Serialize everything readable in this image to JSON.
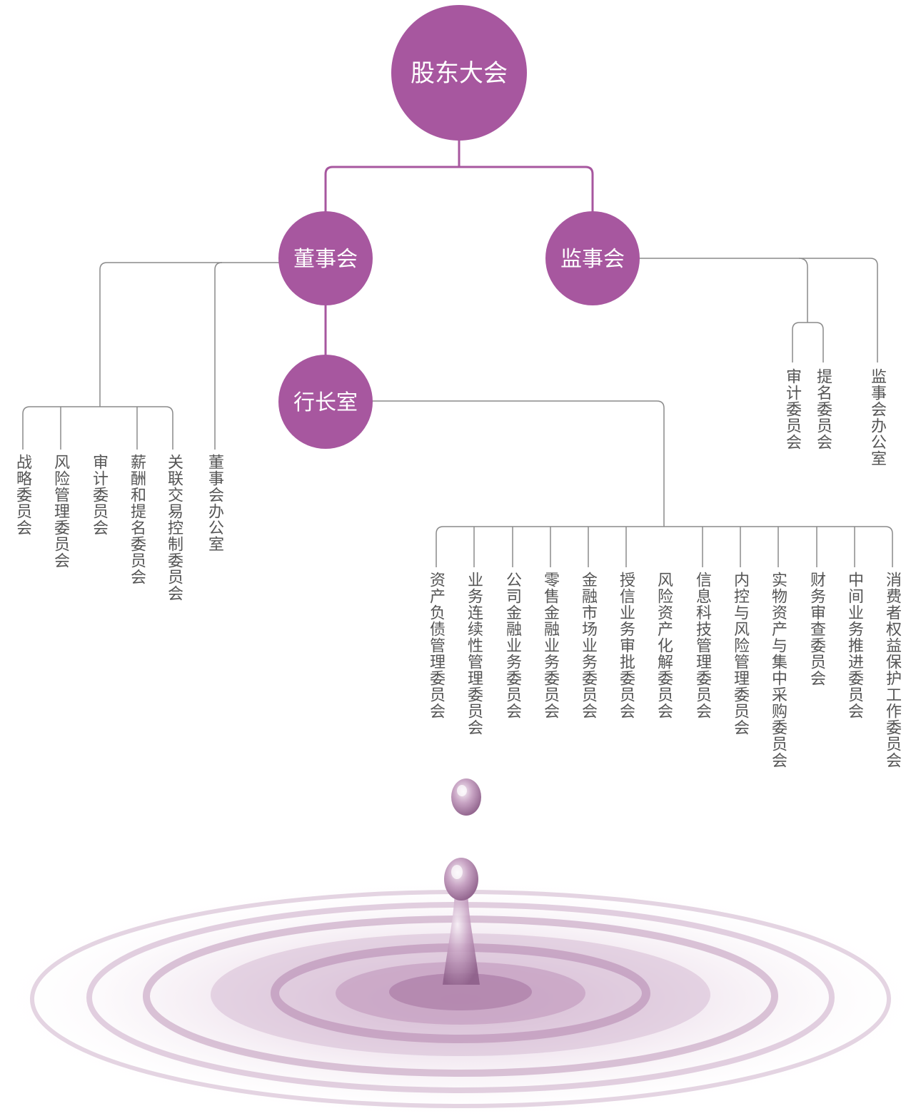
{
  "colors": {
    "node_fill": "#a7579f",
    "node_line": "#a7579f",
    "branch_line": "#8a8a8a",
    "leaf_text": "#555555",
    "droplet": "#b98ab4"
  },
  "nodes": {
    "shareholders": "股东大会",
    "board": "董事会",
    "supervisors": "监事会",
    "president_office": "行长室"
  },
  "board_committees": [
    "战略委员会",
    "风险管理委员会",
    "审计委员会",
    "薪酬和提名委员会",
    "关联交易控制委员会"
  ],
  "board_office": "董事会办公室",
  "supervisor_committees": [
    "审计委员会",
    "提名委员会"
  ],
  "supervisor_office": "监事会办公室",
  "president_committees": [
    "资产负债管理委员会",
    "业务连续性管理委员会",
    "公司金融业务委员会",
    "零售金融业务委员会",
    "金融市场业务委员会",
    "授信业务审批委员会",
    "风险资产化解委员会",
    "信息科技管理委员会",
    "内控与风险管理委员会",
    "实物资产与集中采购委员会",
    "财务审查委员会",
    "中间业务推进委员会",
    "消费者权益保护工作委员会"
  ]
}
